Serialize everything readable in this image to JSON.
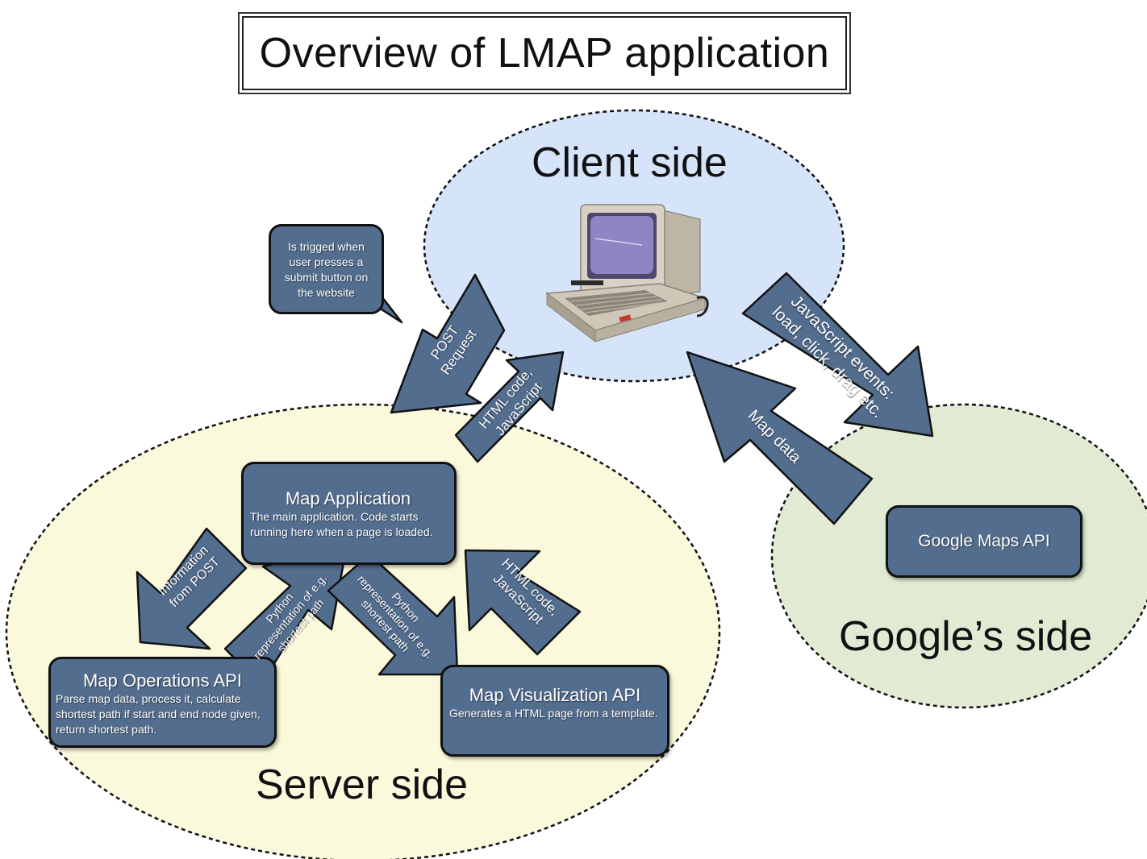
{
  "title": "Overview of LMAP application",
  "regions": {
    "client": "Client side",
    "server": "Server side",
    "google": "Google’s side"
  },
  "boxes": {
    "map_application": {
      "title": "Map Application",
      "desc": "The main application. Code starts running here when a page is loaded."
    },
    "map_operations": {
      "title": "Map Operations API",
      "desc": "Parse map data, process it, calculate shortest path if start and end node given, return shortest path."
    },
    "map_visualization": {
      "title": "Map Visualization API",
      "desc": "Generates a HTML page from a template."
    },
    "google_maps": {
      "title": "Google Maps API"
    }
  },
  "bubble": "Is trigged when user presses a submit button on the website",
  "arrows": {
    "post_request": [
      "POST",
      "Request"
    ],
    "html_js_client": [
      "HTML code,",
      "JavaScript"
    ],
    "js_events": [
      "JavaScript events:",
      "load, click, drag etc."
    ],
    "map_data": "Map data",
    "info_post": [
      "Information",
      "from POST"
    ],
    "python_up": [
      "Python",
      "representation of e.g.",
      "shortest path"
    ],
    "python_down": [
      "Python",
      "representation of e.g.",
      "shortest path"
    ],
    "html_js_server": [
      "HTML code,",
      "JavaScript"
    ]
  },
  "colors": {
    "client_fill": "#d6e4fa",
    "server_fill": "#fbf9dc",
    "google_fill": "#e1ebd4",
    "node_fill": "#536d8e",
    "outline": "#111111"
  },
  "icons": {
    "client_device": "retro-computer-icon"
  }
}
